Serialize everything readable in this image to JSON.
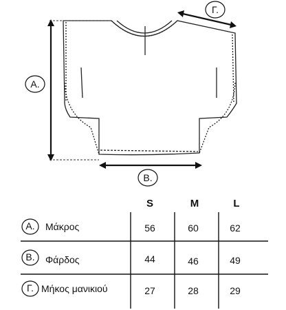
{
  "diagram": {
    "markers": {
      "length": "A.",
      "width": "B.",
      "sleeve": "Γ."
    }
  },
  "size_table": {
    "sizes": [
      "S",
      "M",
      "L"
    ],
    "rows": [
      {
        "marker": "A.",
        "label": "Μάκρος",
        "values": [
          "56",
          "60",
          "62"
        ]
      },
      {
        "marker": "B.",
        "label": "Φάρδος",
        "values": [
          "44",
          "46",
          "49"
        ]
      },
      {
        "marker": "Γ.",
        "label": "Μήκος μανικιού",
        "values": [
          "27",
          "28",
          "29"
        ]
      }
    ]
  }
}
